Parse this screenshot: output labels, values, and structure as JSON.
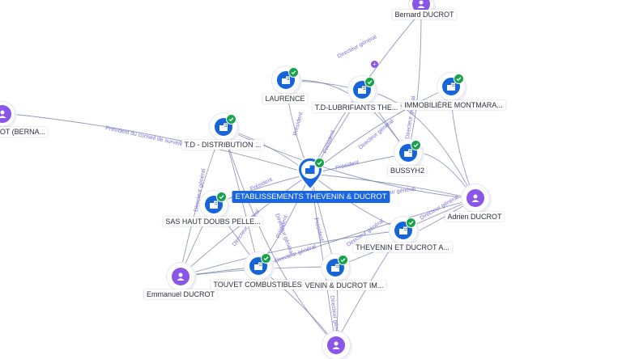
{
  "colors": {
    "company": "#1565d8",
    "person": "#8a56e8",
    "check": "#18a34a",
    "edge_label": "#7b6fd6",
    "main_label_bg": "#1a66e0"
  },
  "nodes": {
    "main": {
      "label": "ETABLISSEMENTS THEVENIN & DUCROT",
      "icon": "building-icon"
    },
    "bernard": {
      "label": "Bernard DUCROT",
      "icon": "person-icon"
    },
    "laurence": {
      "label": "LAURENCE",
      "icon": "building-icon"
    },
    "td_lubrifiants": {
      "label": "T.D-LUBRIFIANTS THE...",
      "icon": "building-icon"
    },
    "immobiliere": {
      "label": "IMMOBILIÈRE MONTMARA...",
      "icon": "building-icon"
    },
    "bernard_left": {
      "label": "OT (BERNA...",
      "icon": "person-icon"
    },
    "td_distribution": {
      "label": "T.D - DISTRIBUTION ...",
      "icon": "building-icon"
    },
    "bussyh2": {
      "label": "BUSSYH2",
      "icon": "building-icon"
    },
    "sas_haut_doubs": {
      "label": "SAS HAUT DOUBS PELLE...",
      "icon": "building-icon"
    },
    "adrien": {
      "label": "Adrien DUCROT",
      "icon": "person-icon"
    },
    "thevenin_ducrot_a": {
      "label": "THEVENIN ET DUCROT A...",
      "icon": "building-icon"
    },
    "emmanuel": {
      "label": "Emmanuel DUCROT",
      "icon": "person-icon"
    },
    "touvet": {
      "label": "TOUVET COMBUSTIBLES",
      "icon": "building-icon"
    },
    "thevenin_im": {
      "label": "VENIN & DUCROT IM...",
      "icon": "building-icon"
    },
    "bottom_person": {
      "label": "",
      "icon": "person-icon"
    }
  },
  "edge_labels": {
    "directeur_general": "Directeur général",
    "president": "Président",
    "president_conseil": "Président du conseil de surveillance"
  }
}
